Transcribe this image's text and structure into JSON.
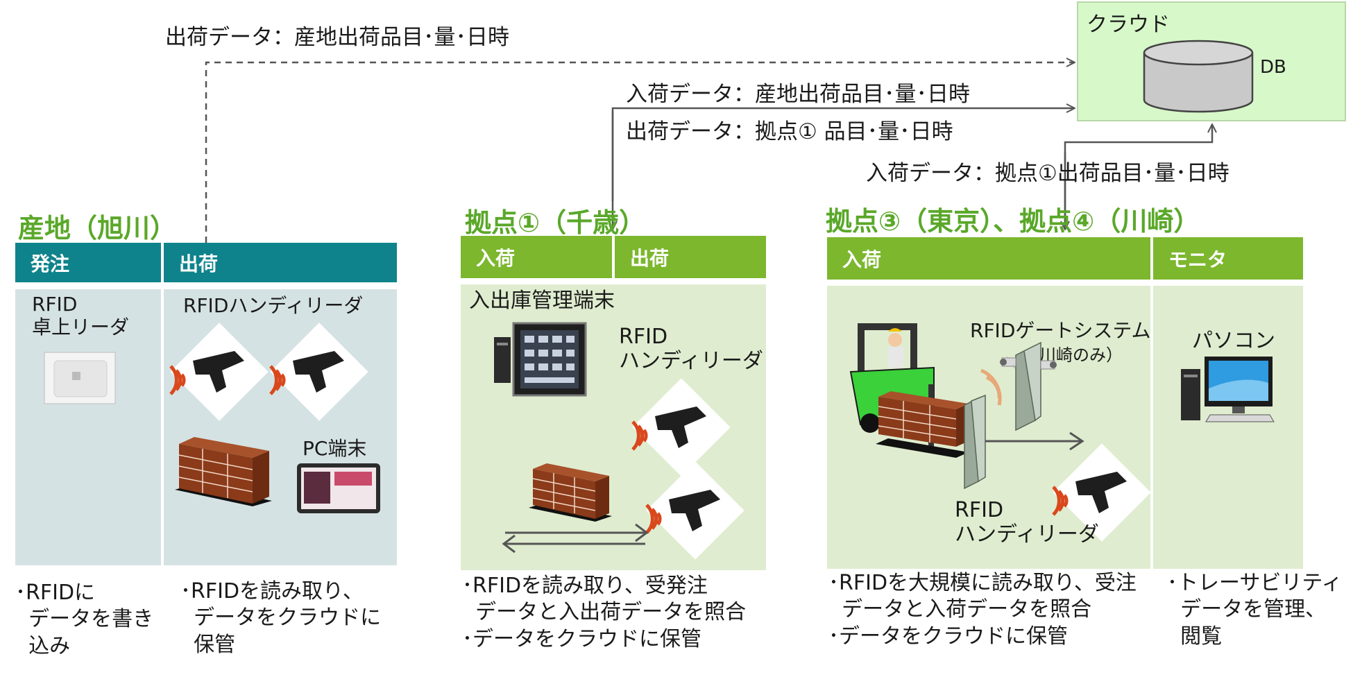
{
  "cloud": {
    "title": "クラウド",
    "db_label": "DB"
  },
  "flows": {
    "origin_ship": "出荷データ：産地出荷品目･量･日時",
    "hub1_receive": "入荷データ：産地出荷品目･量･日時",
    "hub1_ship": "出荷データ：拠点① 品目･量･日時",
    "hub34_receive": "入荷データ：拠点①出荷品目･量･日時"
  },
  "origin": {
    "title": "産地（旭川）",
    "headers": [
      "発注",
      "出荷"
    ],
    "order_label": "RFID\n卓上リーダ",
    "handy_label": "RFIDハンディリーダ",
    "pc_label": "PC端末",
    "desc_order": "･RFIDに\n  データを書き\n  込み",
    "desc_ship": "･RFIDを読み取り、\n  データをクラウドに\n  保管"
  },
  "hub1": {
    "title": "拠点①（千歳）",
    "headers": [
      "入荷",
      "出荷"
    ],
    "terminal_label": "入出庫管理端末",
    "handy_label": "RFID\nハンディリーダ",
    "desc": "･RFIDを読み取り、受発注\n  データと入出荷データを照合\n･データをクラウドに保管"
  },
  "hub34": {
    "title": "拠点③（東京）、拠点④（川崎）",
    "headers": [
      "入荷",
      "モニタ"
    ],
    "gate_label": "RFIDゲートシステム",
    "gate_note": "（川崎のみ）",
    "handy_label": "RFID\nハンディリーダ",
    "pc_label": "パソコン",
    "desc_receive": "･RFIDを大規模に読み取り、受注\n  データと入荷データを照合\n･データをクラウドに保管",
    "desc_monitor": "･トレーサビリティ\n  データを管理、\n  閲覧"
  },
  "colors": {
    "green_title": "#5aa829",
    "teal_header": "#0f838b",
    "green_header": "#7cb72e",
    "blue_panel": "#d5e2e3",
    "green_panel": "#dfeccf",
    "cloud_fill": "#d7f8c9"
  }
}
